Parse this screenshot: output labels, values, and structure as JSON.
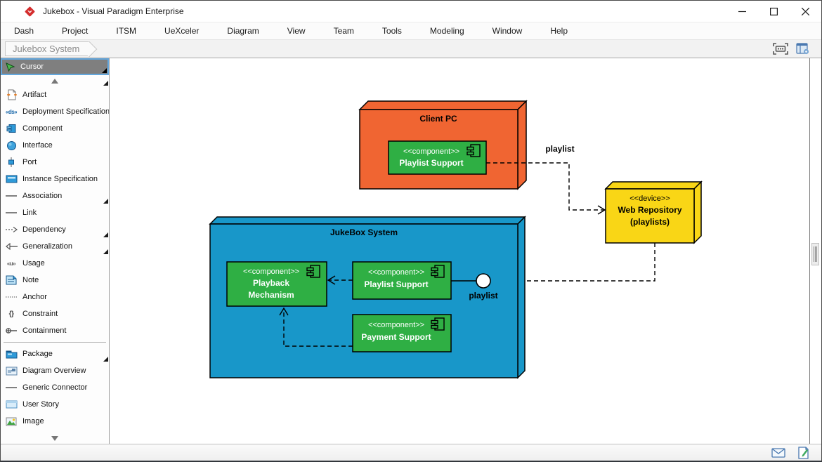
{
  "window": {
    "title": "Jukebox - Visual Paradigm Enterprise"
  },
  "menu": [
    "Dash",
    "Project",
    "ITSM",
    "UeXceler",
    "Diagram",
    "View",
    "Team",
    "Tools",
    "Modeling",
    "Window",
    "Help"
  ],
  "tab": "Jukebox System",
  "toolbox": {
    "cursor": "Cursor",
    "items": [
      {
        "label": "Artifact"
      },
      {
        "label": "Deployment Specification",
        "icon_text": "«ds»"
      },
      {
        "label": "Component"
      },
      {
        "label": "Interface"
      },
      {
        "label": "Port"
      },
      {
        "label": "Instance Specification"
      },
      {
        "label": "Association",
        "has_submenu": true
      },
      {
        "label": "Link"
      },
      {
        "label": "Dependency",
        "has_submenu": true
      },
      {
        "label": "Generalization",
        "has_submenu": true
      },
      {
        "label": "Usage",
        "icon_text": "«u»"
      },
      {
        "label": "Note"
      },
      {
        "label": "Anchor"
      },
      {
        "label": "Constraint",
        "icon_text": "{}"
      },
      {
        "label": "Containment"
      },
      {
        "label": "Package",
        "has_submenu": true
      },
      {
        "label": "Diagram Overview"
      },
      {
        "label": "Generic Connector"
      },
      {
        "label": "User Story"
      },
      {
        "label": "Image"
      }
    ]
  },
  "diagram": {
    "client_pc": {
      "title": "Client PC",
      "component": {
        "stereotype": "<<component>>",
        "name": "Playlist Support"
      }
    },
    "web_repository": {
      "stereotype": "<<device>>",
      "name": "Web Repository",
      "name2": "(playlists)"
    },
    "jukebox": {
      "title": "JukeBox System",
      "playback": {
        "stereotype": "<<component>>",
        "name": "Playback",
        "name2": "Mechanism"
      },
      "playlist_support": {
        "stereotype": "<<component>>",
        "name": "Playlist Support"
      },
      "payment_support": {
        "stereotype": "<<component>>",
        "name": "Payment Support"
      }
    },
    "labels": {
      "playlist_link": "playlist",
      "playlist_interface": "playlist"
    }
  },
  "colors": {
    "node_orange": "#F06532",
    "node_blue": "#1897C9",
    "node_yellow": "#F9D616",
    "component_green": "#2FAF44",
    "logo_red": "#D42D2D"
  }
}
